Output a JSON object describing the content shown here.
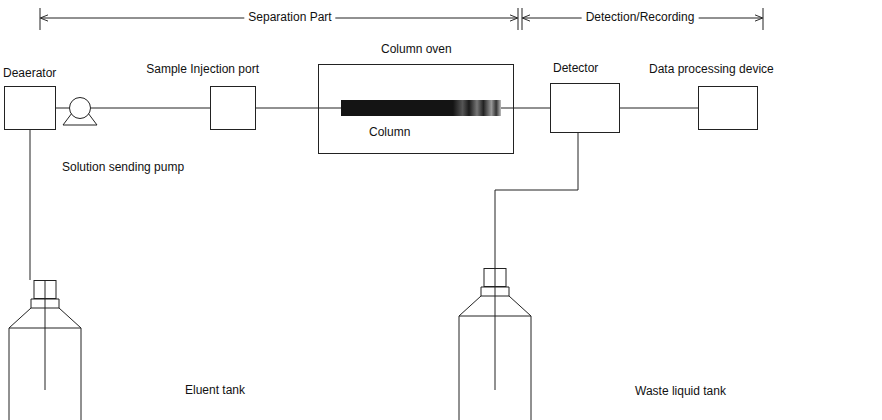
{
  "diagram": {
    "nodes": [
      {
        "text": [
          "Deaerator"
        ]
      },
      {
        "text": [
          "Sample Injection port"
        ]
      },
      {
        "text": [
          "Column oven"
        ]
      },
      {
        "text": [
          "Column"
        ],
        "in": 2
      },
      {
        "text": [
          "Detector"
        ]
      },
      {
        "text": [
          "Data processing device"
        ]
      },
      {
        "text": [
          "Solution sending pump"
        ]
      },
      {
        "text": [
          "Eluent tank"
        ]
      },
      {
        "text": [
          "Waste liquid tank"
        ]
      }
    ],
    "edges": [
      {
        "from": 7,
        "to": 0,
        "arrow": "none"
      },
      {
        "from": 0,
        "to": 6,
        "arrow": "none"
      },
      {
        "from": 6,
        "to": 1,
        "arrow": "none"
      },
      {
        "from": 1,
        "to": 3,
        "arrow": "none"
      },
      {
        "from": 3,
        "to": 4,
        "arrow": "none"
      },
      {
        "from": 4,
        "to": 5,
        "arrow": "none"
      },
      {
        "from": 4,
        "to": 8,
        "arrow": "none"
      }
    ],
    "labels": [
      "Separation Part",
      "Detection/Recording"
    ]
  }
}
